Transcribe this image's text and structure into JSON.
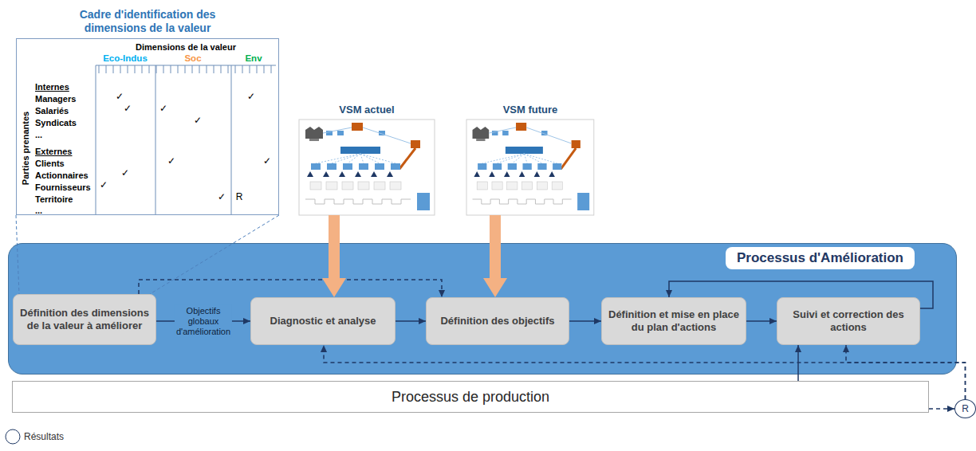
{
  "diagram": {
    "nodes": [
      {
        "text": [
          "Cadre d'identification des dimensions de la valeur"
        ]
      },
      {
        "text": [
          "VSM actuel"
        ]
      },
      {
        "text": [
          "VSM future"
        ]
      },
      {
        "text": [
          "Processus d'Amélioration"
        ]
      },
      {
        "text": [
          "Définition des dimensions de la valeur à améliorer"
        ],
        "in": 3
      },
      {
        "text": [
          "Diagnostic et analyse"
        ],
        "in": 3
      },
      {
        "text": [
          "Définition des objectifs"
        ],
        "in": 3
      },
      {
        "text": [
          "Définition et mise en place du plan d'actions"
        ],
        "in": 3
      },
      {
        "text": [
          "Suivi et correction des actions"
        ],
        "in": 3
      },
      {
        "text": [
          "Processus de production"
        ]
      },
      {
        "text": [
          "R"
        ]
      }
    ],
    "edges": [
      {
        "from": 0,
        "to": 4,
        "arrow": "none"
      },
      {
        "from": 0,
        "to": 4,
        "arrow": "none"
      },
      {
        "from": 4,
        "to": 5,
        "label": "Objectifs globaux d'amélioration",
        "arrow": "to"
      },
      {
        "from": 5,
        "to": 6,
        "arrow": "to"
      },
      {
        "from": 6,
        "to": 7,
        "arrow": "to"
      },
      {
        "from": 7,
        "to": 8,
        "arrow": "to"
      },
      {
        "from": 4,
        "to": 6,
        "arrow": "to"
      },
      {
        "from": 8,
        "to": 7,
        "arrow": "to"
      },
      {
        "from": 9,
        "to": 10,
        "arrow": "to"
      },
      {
        "from": 10,
        "to": 8,
        "arrow": "to"
      },
      {
        "from": 10,
        "to": 5,
        "arrow": "to"
      },
      {
        "from": 9,
        "to": 8,
        "arrow": "to"
      },
      {
        "from": 1,
        "to": 5,
        "arrow": "to"
      },
      {
        "from": 2,
        "to": 6,
        "arrow": "to"
      }
    ],
    "labels": [
      "Dimensions de la valeur",
      "Eco-Indus",
      "Soc",
      "Env",
      "Parties prenantes",
      "Internes",
      "Managers",
      "Salariés",
      "Syndicats",
      "...",
      "Externes",
      "Clients",
      "Actionnaires",
      "Fournisseurs",
      "Territoire",
      "...",
      "✓",
      "✓",
      "✓",
      "✓",
      "✓",
      "✓",
      "✓",
      "✓",
      "✓",
      "✓",
      "R"
    ],
    "legend": [
      {
        "text": "Résultats"
      }
    ]
  }
}
